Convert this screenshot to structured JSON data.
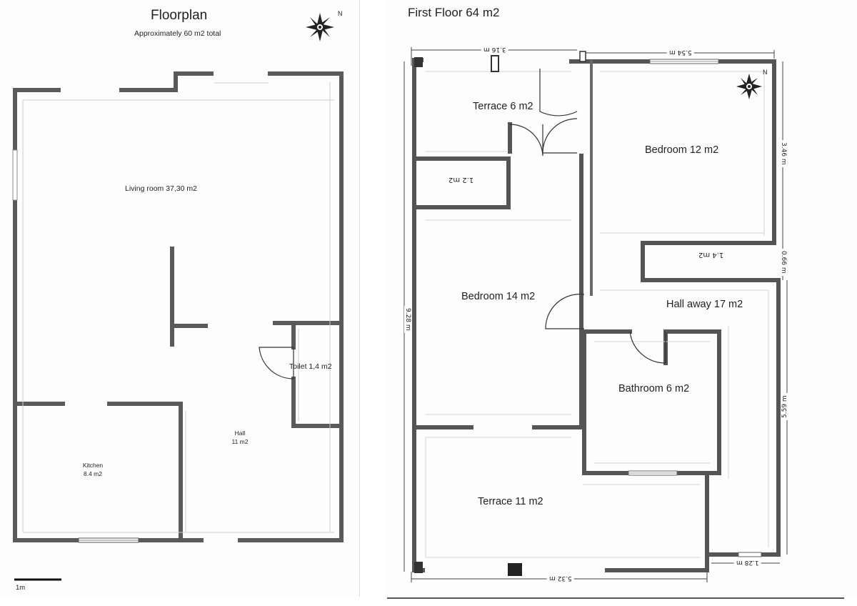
{
  "ground_floor": {
    "title": "Floorplan",
    "subtitle": "Approximately 60 m2 total",
    "rooms": {
      "living_room": "Living room 37,30 m2",
      "toilet": "Toilet 1,4 m2",
      "hall_name": "Hall",
      "hall_area": "11 m2",
      "kitchen_name": "Kitchen",
      "kitchen_area": "8.4 m2"
    },
    "scale_bar_label": "1m",
    "compass_icon": "north-arrow-compass-icon",
    "compass_letter": "N"
  },
  "first_floor": {
    "title": "First Floor 64 m2",
    "rooms": {
      "terrace_top": "Terrace 6 m2",
      "bedroom_12": "Bedroom 12 m2",
      "closet_1_2": "1.2 m2",
      "bedroom_14": "Bedroom 14 m2",
      "closet_1_4": "1.4 m2",
      "hallway": "Hall away 17 m2",
      "bathroom": "Bathroom 6 m2",
      "terrace_bottom": "Terrace 11 m2"
    },
    "dimensions": {
      "top_left": "3.16 m",
      "top_right": "5.54 m",
      "right_upper": "3.46 m",
      "right_middle": "0.66 m",
      "right_lower": "5.59 m",
      "left": "9.28 m",
      "bottom": "5.32 m",
      "bottom_right": "1.28 m"
    },
    "compass_icon": "north-arrow-compass-icon",
    "compass_letter": "N"
  }
}
